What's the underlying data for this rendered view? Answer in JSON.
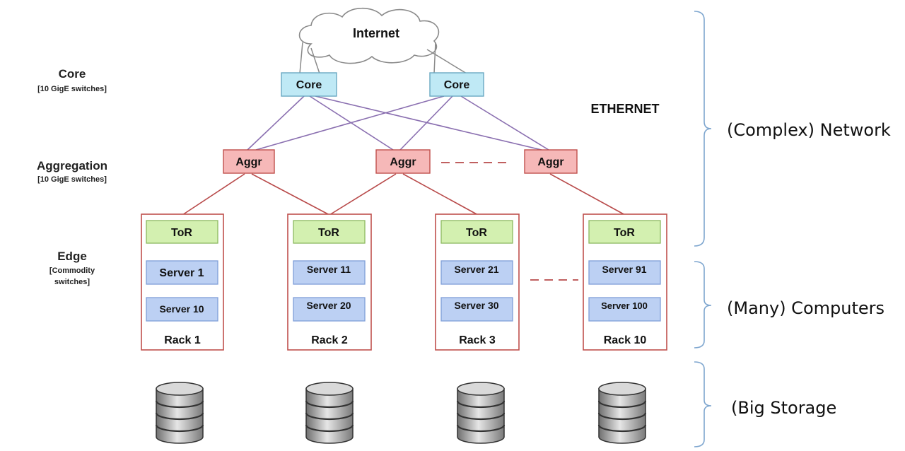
{
  "layers": {
    "core": {
      "title": "Core",
      "sub": "[10 GigE switches]"
    },
    "aggregation": {
      "title": "Aggregation",
      "sub": "[10 GigE switches]"
    },
    "edge": {
      "title": "Edge",
      "sub1": "[Commodity",
      "sub2": "switches]"
    }
  },
  "internet_label": "Internet",
  "ethernet_label": "ETHERNET",
  "core_switches": [
    "Core",
    "Core"
  ],
  "aggr_switches": [
    "Aggr",
    "Aggr",
    "Aggr"
  ],
  "racks": [
    {
      "tor": "ToR",
      "top_server": "Server 1",
      "bottom_server": "Server 10",
      "label": "Rack 1"
    },
    {
      "tor": "ToR",
      "top_server": "Server 11",
      "bottom_server": "Server 20",
      "label": "Rack 2"
    },
    {
      "tor": "ToR",
      "top_server": "Server 21",
      "bottom_server": "Server 30",
      "label": "Rack 3"
    },
    {
      "tor": "ToR",
      "top_server": "Server 91",
      "bottom_server": "Server 100",
      "label": "Rack 10"
    }
  ],
  "side_labels": {
    "network": "(Complex) Network",
    "computers": "(Many) Computers",
    "storage": "(Big Storage"
  },
  "colors": {
    "core_fill": "#bfe9f5",
    "core_stroke": "#6aa9c2",
    "aggr_fill": "#f6b8b8",
    "aggr_stroke": "#c0504d",
    "tor_fill": "#d3f0b0",
    "tor_stroke": "#8cb860",
    "server_fill": "#bcd0f3",
    "server_stroke": "#7f9fd8",
    "rack_stroke": "#c0504d",
    "purple_link": "#8a6fb0",
    "red_link": "#b84a4a",
    "brace": "#7ea6cf"
  }
}
